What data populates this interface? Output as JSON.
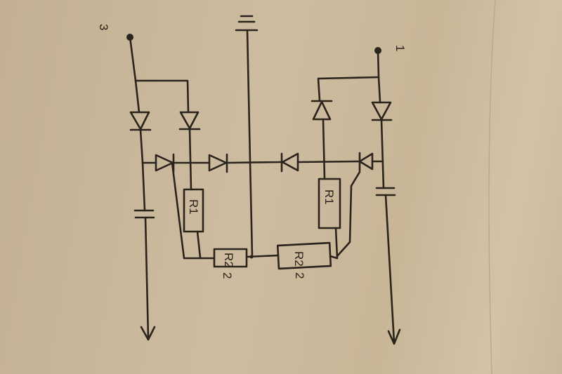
{
  "diagram": {
    "terminals": [
      {
        "label": "3"
      },
      {
        "label": "1"
      }
    ],
    "resistors": [
      {
        "label": "R1"
      },
      {
        "label": "R1"
      },
      {
        "label": "R2"
      },
      {
        "label": "R2"
      }
    ],
    "ground": "ground-symbol",
    "ink_color": "#2a241d",
    "paper_color": "#c9b79c"
  }
}
